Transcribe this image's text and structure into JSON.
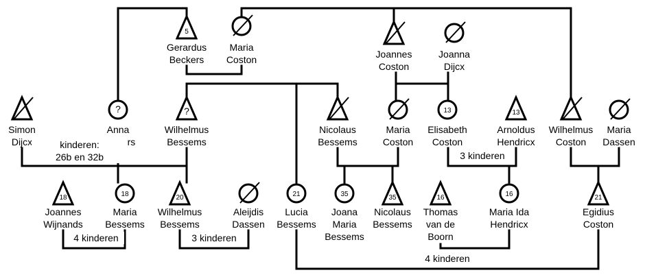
{
  "people": [
    {
      "id": "gerardus_beckers",
      "name": "Gerardus\nBeckers",
      "sex": "male",
      "deceased": false,
      "mark": "5"
    },
    {
      "id": "maria_coston_top",
      "name": "Maria\nCoston",
      "sex": "female",
      "deceased": true,
      "mark": ""
    },
    {
      "id": "joannes_coston",
      "name": "Joannes\nCoston",
      "sex": "male",
      "deceased": true,
      "mark": ""
    },
    {
      "id": "joanna_dijcx",
      "name": "Joanna\nDijcx",
      "sex": "female",
      "deceased": true,
      "mark": ""
    },
    {
      "id": "simon_dijcx",
      "name": "Simon\nDijcx",
      "sex": "male",
      "deceased": true,
      "mark": ""
    },
    {
      "id": "anna_beckers",
      "name": "Anna\nBeckers",
      "sex": "female",
      "deceased": false,
      "mark": "?"
    },
    {
      "id": "wilhelmus_bessems_1",
      "name": "Wilhelmus\nBessems",
      "sex": "male",
      "deceased": false,
      "mark": "?"
    },
    {
      "id": "nicolaus_bessems_1",
      "name": "Nicolaus\nBessems",
      "sex": "male",
      "deceased": true,
      "mark": ""
    },
    {
      "id": "maria_coston_mid",
      "name": "Maria\nCoston",
      "sex": "female",
      "deceased": true,
      "mark": ""
    },
    {
      "id": "elisabeth_coston",
      "name": "Elisabeth\nCoston",
      "sex": "female",
      "deceased": false,
      "mark": "13"
    },
    {
      "id": "arnoldus_hendricx",
      "name": "Arnoldus\nHendricx",
      "sex": "male",
      "deceased": false,
      "mark": "13"
    },
    {
      "id": "wilhelmus_coston",
      "name": "Wilhelmus\nCoston",
      "sex": "male",
      "deceased": true,
      "mark": ""
    },
    {
      "id": "maria_dassen",
      "name": "Maria\nDassen",
      "sex": "female",
      "deceased": true,
      "mark": ""
    },
    {
      "id": "joannes_wijnands",
      "name": "Joannes\nWijnands",
      "sex": "male",
      "deceased": false,
      "mark": "18"
    },
    {
      "id": "maria_bessems",
      "name": "Maria\nBessems",
      "sex": "female",
      "deceased": false,
      "mark": "18"
    },
    {
      "id": "wilhelmus_bessems_2",
      "name": "Wilhelmus\nBessems",
      "sex": "male",
      "deceased": false,
      "mark": "20"
    },
    {
      "id": "aleijdis_dassen",
      "name": "Aleijdis\nDassen",
      "sex": "female",
      "deceased": true,
      "mark": ""
    },
    {
      "id": "lucia_bessems",
      "name": "Lucia\nBessems",
      "sex": "female",
      "deceased": false,
      "mark": "21"
    },
    {
      "id": "joana_maria_bessems",
      "name": "Joana\nMaria\nBessems",
      "sex": "female",
      "deceased": false,
      "mark": "35"
    },
    {
      "id": "nicolaus_bessems_2",
      "name": "Nicolaus\nBessems",
      "sex": "male",
      "deceased": false,
      "mark": "35"
    },
    {
      "id": "thomas_van_de_boorn",
      "name": "Thomas\nvan de\nBoorn",
      "sex": "male",
      "deceased": false,
      "mark": "16"
    },
    {
      "id": "maria_ida_hendricx",
      "name": "Maria Ida\nHendricx",
      "sex": "female",
      "deceased": false,
      "mark": "16"
    },
    {
      "id": "egidius_coston",
      "name": "Egidius\nCoston",
      "sex": "male",
      "deceased": false,
      "mark": "21"
    }
  ],
  "notes": {
    "kinderen_26b_32b": "kinderen:\n26b en 32b",
    "kinderen_3_hendricx": "3 kinderen",
    "kinderen_4_wijnands": "4 kinderen",
    "kinderen_3_bessems": "3 kinderen",
    "kinderen_4_bottom": "4 kinderen"
  }
}
